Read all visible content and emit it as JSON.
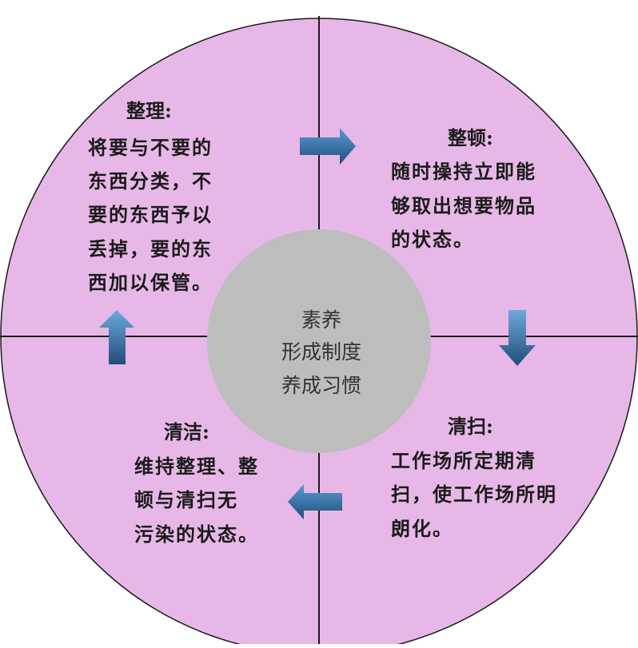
{
  "colors": {
    "circle_fill": "#e7b8e7",
    "circle_stroke": "#1a1a1a",
    "center_fill": "#bdbdbd",
    "arrow_dark": "#1f4e79",
    "arrow_light": "#5b9bd5"
  },
  "center": {
    "lines": [
      "素养",
      "形成制度",
      "养成习惯"
    ]
  },
  "quadrants": {
    "top_left": {
      "title": "整理:",
      "lines": [
        "将要与不要的",
        "东西分类，不",
        "要的东西予以",
        "丢掉，要的东",
        "西加以保管。"
      ]
    },
    "top_right": {
      "title": "整顿:",
      "lines": [
        "随时操持立即能",
        "够取出想要物品",
        "的状态。"
      ]
    },
    "bottom_right": {
      "title": "清扫:",
      "lines": [
        "工作场所定期清",
        "扫，使工作场所明",
        "朗化。"
      ]
    },
    "bottom_left": {
      "title": "清洁:",
      "lines": [
        "维持整理、整",
        "顿与清扫无",
        "污染的状态。"
      ]
    }
  },
  "arrows": [
    {
      "id": "arrow-right",
      "direction": "right"
    },
    {
      "id": "arrow-down",
      "direction": "down"
    },
    {
      "id": "arrow-left",
      "direction": "left"
    },
    {
      "id": "arrow-up",
      "direction": "up"
    }
  ]
}
